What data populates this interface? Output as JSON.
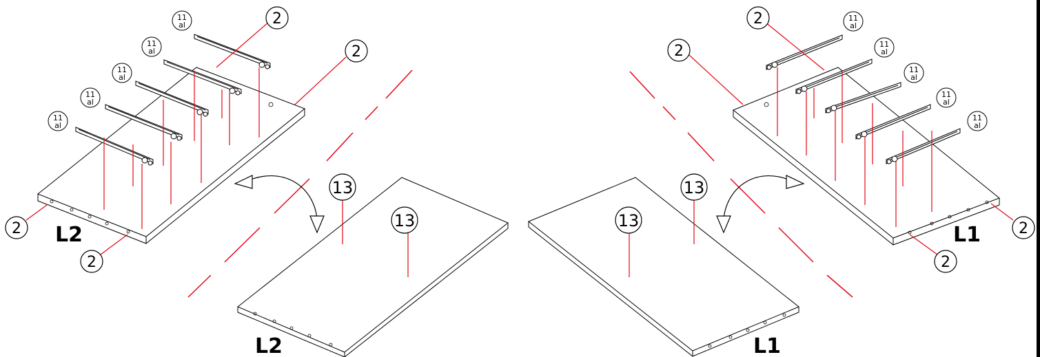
{
  "labels": {
    "left_panel": "L2",
    "left_top": "L2",
    "right_panel": "L1",
    "right_top": "L1"
  },
  "callouts": {
    "dowel": "2",
    "top_panel": "13",
    "slide_num": "11",
    "slide_sub": "al"
  },
  "colors": {
    "leader": "#e30613",
    "ink": "#000000"
  }
}
